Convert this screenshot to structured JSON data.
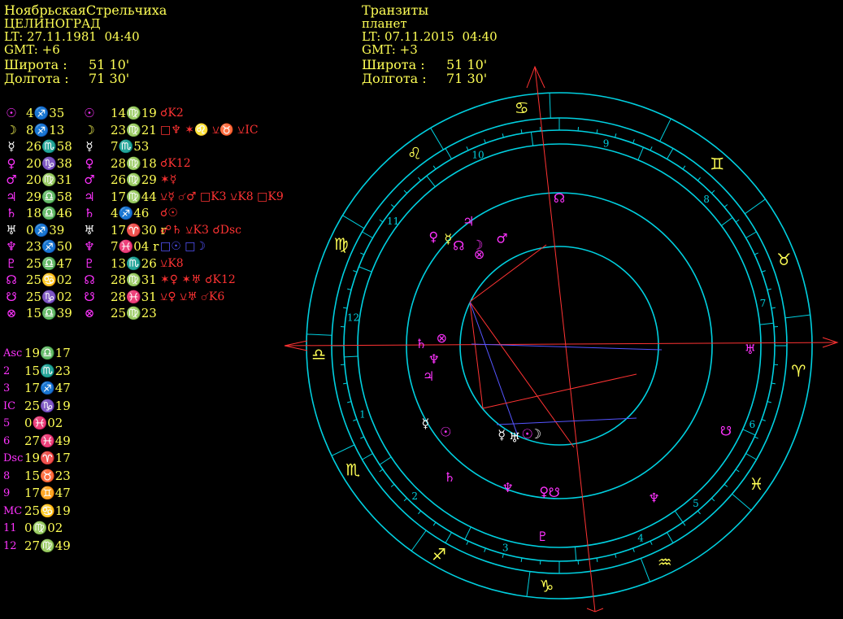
{
  "natal": {
    "name": "НоябрьскаяСтрельчиха",
    "place": "ЦЕЛИНОГРАД",
    "lt": "LT: 27.11.1981  04:40",
    "gmt": "GMT: +6",
    "lat_label": "Широта :",
    "lat_value": "51 10'",
    "lon_label": "Долгота :",
    "lon_value": "71 30'"
  },
  "transit": {
    "title": "Транзиты",
    "subtitle": "планет",
    "lt": "LT: 07.11.2015  04:40",
    "gmt": "GMT: +3",
    "lat_label": "Широта :",
    "lat_value": "51 10'",
    "lon_label": "Долгота :",
    "lon_value": "71 30'"
  },
  "planets": [
    {
      "glyph": "☉",
      "color": "#ff33ff",
      "natal": "4♐35",
      "transit": "14♍19",
      "aspects": "☌K2",
      "asp_color": "#ff3333"
    },
    {
      "glyph": "☽",
      "color": "#ffff55",
      "natal": "8♐13",
      "transit": "23♍21",
      "aspects": "□♆ ✶♌ ⚺♉ ⚺IC",
      "asp_color": "#ff3333"
    },
    {
      "glyph": "☿",
      "color": "#ffffff",
      "natal": "26♏58",
      "transit": "7♏53",
      "aspects": "",
      "asp_color": "#ff3333"
    },
    {
      "glyph": "♀",
      "color": "#ff33ff",
      "natal": "20♑38",
      "transit": "28♍18",
      "aspects": "☌K12",
      "asp_color": "#ff3333"
    },
    {
      "glyph": "♂",
      "color": "#ff33ff",
      "natal": "20♍31",
      "transit": "26♍29",
      "aspects": "✶☿",
      "asp_color": "#ff3333"
    },
    {
      "glyph": "♃",
      "color": "#ff33ff",
      "natal": "29♎58",
      "transit": "17♍44",
      "aspects": "⚺☿ ☌♂ □K3 ⚺K8 □K9",
      "asp_color": "#ff3333"
    },
    {
      "glyph": "♄",
      "color": "#ff33ff",
      "natal": "18♎46",
      "transit": "4♐46",
      "aspects": "☌☉",
      "asp_color": "#ff3333"
    },
    {
      "glyph": "♅",
      "color": "#ffffff",
      "natal": "0♐39",
      "transit": "17♈30 r",
      "aspects": "☍♄ ⚺K3 ☌Dsc",
      "asp_color": "#ff3333"
    },
    {
      "glyph": "♆",
      "color": "#ff33ff",
      "natal": "23♐50",
      "transit": "7♓04 r",
      "aspects": "□☉ □☽",
      "asp_color": "#5555ff"
    },
    {
      "glyph": "♇",
      "color": "#ff33ff",
      "natal": "25♎47",
      "transit": "13♏26",
      "aspects": "⚺K8",
      "asp_color": "#ff3333"
    },
    {
      "glyph": "☊",
      "color": "#ff33ff",
      "natal": "25♋02",
      "transit": "28♍31",
      "aspects": "✶♀ ✶♅ ☌K12",
      "asp_color": "#ff3333"
    },
    {
      "glyph": "☋",
      "color": "#ff33ff",
      "natal": "25♑02",
      "transit": "28♓31",
      "aspects": "⚺♀ ⚺♅ ☌K6",
      "asp_color": "#ff3333"
    },
    {
      "glyph": "⊗",
      "color": "#ff33ff",
      "natal": "15♎39",
      "transit": "25♍23",
      "aspects": "",
      "asp_color": "#ff3333"
    }
  ],
  "houses": [
    {
      "name": "Asc",
      "pos": "19♎17"
    },
    {
      "name": "2",
      "pos": "15♏23"
    },
    {
      "name": "3",
      "pos": "17♐47"
    },
    {
      "name": "IC",
      "pos": "25♑19"
    },
    {
      "name": "5",
      "pos": "0♓02"
    },
    {
      "name": "6",
      "pos": "27♓49"
    },
    {
      "name": "Dsc",
      "pos": "19♈17"
    },
    {
      "name": "8",
      "pos": "15♉23"
    },
    {
      "name": "9",
      "pos": "17♊47"
    },
    {
      "name": "MC",
      "pos": "25♋19"
    },
    {
      "name": "11",
      "pos": "0♍02"
    },
    {
      "name": "12",
      "pos": "27♍49"
    }
  ],
  "wheel": {
    "ring_color": "#00d0e0",
    "axis_color": "#ff3333",
    "zodiac": [
      {
        "glyph": "♋",
        "name": "cancer",
        "angle": 99,
        "color": "#ffff55"
      },
      {
        "glyph": "♌",
        "name": "leo",
        "angle": 127,
        "color": "#ffff55"
      },
      {
        "glyph": "♍",
        "name": "virgo",
        "angle": 155,
        "color": "#ffff55"
      },
      {
        "glyph": "♎",
        "name": "libra",
        "angle": 182,
        "color": "#ffff55"
      },
      {
        "glyph": "♏",
        "name": "scorpio",
        "angle": 211,
        "color": "#ffff55"
      },
      {
        "glyph": "♐",
        "name": "sagittarius",
        "angle": 240,
        "color": "#ffff55"
      },
      {
        "glyph": "♑",
        "name": "capricorn",
        "angle": 267,
        "color": "#ffff55"
      },
      {
        "glyph": "♒",
        "name": "aquarius",
        "angle": 296,
        "color": "#ffff55"
      },
      {
        "glyph": "♓",
        "name": "pisces",
        "angle": 325,
        "color": "#ffff55"
      },
      {
        "glyph": "♈",
        "name": "aries",
        "angle": 354,
        "color": "#ffff55"
      },
      {
        "glyph": "♉",
        "name": "taurus",
        "angle": 21,
        "color": "#ffff55"
      },
      {
        "glyph": "♊",
        "name": "gemini",
        "angle": 49,
        "color": "#ffff55"
      }
    ],
    "house_numbers": [
      {
        "label": "9",
        "angle": 77
      },
      {
        "label": "8",
        "angle": 45
      },
      {
        "label": "7",
        "angle": 12
      },
      {
        "label": "6",
        "angle": 338
      },
      {
        "label": "5",
        "angle": 311
      },
      {
        "label": "4",
        "angle": 293
      },
      {
        "label": "3",
        "angle": 255
      },
      {
        "label": "2",
        "angle": 226
      },
      {
        "label": "1",
        "angle": 199
      },
      {
        "label": "12",
        "angle": 172
      },
      {
        "label": "11",
        "angle": 143
      },
      {
        "label": "10",
        "angle": 113
      }
    ],
    "transit_planets": [
      {
        "glyph": "☊",
        "name": "node",
        "angle": 90,
        "color": "#ff33ff",
        "r": 182
      },
      {
        "glyph": "♃",
        "name": "jupiter",
        "angle": 126,
        "color": "#ff33ff",
        "r": 190
      },
      {
        "glyph": "☽",
        "name": "moon",
        "angle": 129,
        "color": "#ff33ff",
        "r": 160
      },
      {
        "glyph": "⊗",
        "name": "fortune",
        "angle": 131,
        "color": "#ff33ff",
        "r": 150
      },
      {
        "glyph": "♂",
        "name": "mars",
        "angle": 118,
        "color": "#ff33ff",
        "r": 150
      },
      {
        "glyph": "♀",
        "name": "venus",
        "angle": 139,
        "color": "#ff33ff",
        "r": 205
      },
      {
        "glyph": "☿",
        "name": "mercury",
        "angle": 136,
        "color": "#ffff55",
        "r": 190
      },
      {
        "glyph": "☊",
        "name": "node2",
        "angle": 135,
        "color": "#ff33ff",
        "r": 175
      },
      {
        "glyph": "⊗",
        "name": "fortune-natal",
        "angle": 176,
        "color": "#ff33ff",
        "r": 145
      },
      {
        "glyph": "♄",
        "name": "saturn",
        "angle": 179,
        "color": "#ff33ff",
        "r": 170
      },
      {
        "glyph": "♆",
        "name": "neptune-inner",
        "angle": 186,
        "color": "#ff33ff",
        "r": 155
      },
      {
        "glyph": "♃",
        "name": "jupiter-inner",
        "angle": 193,
        "color": "#ff33ff",
        "r": 165
      },
      {
        "glyph": "☿",
        "name": "mercury-inner",
        "angle": 210,
        "color": "#ffffff",
        "r": 190
      },
      {
        "glyph": "☉",
        "name": "sun-inner",
        "angle": 217,
        "color": "#ff33ff",
        "r": 175
      },
      {
        "glyph": "♄",
        "name": "saturn-outer",
        "angle": 230,
        "color": "#ff33ff",
        "r": 210
      },
      {
        "glyph": "☿",
        "name": "mercury-trans",
        "angle": 237,
        "color": "#ffffff",
        "r": 130
      },
      {
        "glyph": "♅",
        "name": "uranus-trans",
        "angle": 244,
        "color": "#ffffff",
        "r": 125
      },
      {
        "glyph": "☉",
        "name": "sun-trans",
        "angle": 250,
        "color": "#ff33ff",
        "r": 115
      },
      {
        "glyph": "☽",
        "name": "moon-trans",
        "angle": 255,
        "color": "#ffffff",
        "r": 112
      },
      {
        "glyph": "♆",
        "name": "neptune",
        "angle": 250,
        "color": "#ff33ff",
        "r": 185
      },
      {
        "glyph": "♀",
        "name": "venus-trans",
        "angle": 264,
        "color": "#ff33ff",
        "r": 180
      },
      {
        "glyph": "☋",
        "name": "southnode",
        "angle": 268,
        "color": "#ff33ff",
        "r": 180
      },
      {
        "glyph": "♇",
        "name": "pluto",
        "angle": 265,
        "color": "#ff33ff",
        "r": 235
      },
      {
        "glyph": "♆",
        "name": "neptune-natal",
        "angle": 302,
        "color": "#ff33ff",
        "r": 220
      },
      {
        "glyph": "☋",
        "name": "southnode-right",
        "angle": 333,
        "color": "#ff33ff",
        "r": 230
      },
      {
        "glyph": "♅",
        "name": "uranus-right",
        "angle": 359,
        "color": "#ff33ff",
        "r": 235
      }
    ]
  }
}
